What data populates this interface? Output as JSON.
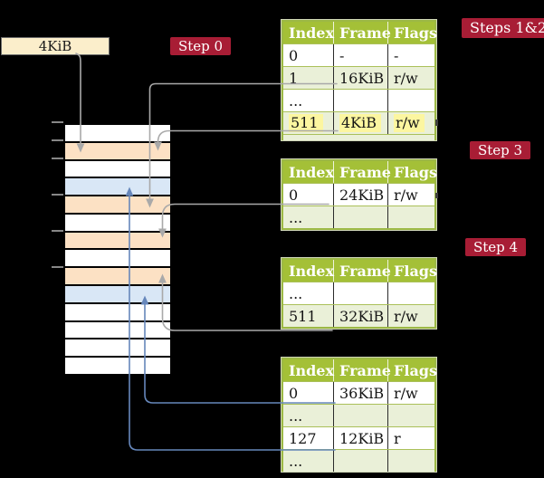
{
  "page_size_box": {
    "label": "4KiB"
  },
  "step_badges": {
    "step0": "Step 0",
    "steps_1_2": "Steps 1&2",
    "step3": "Step 3",
    "step4": "Step 4"
  },
  "memory_strip": {
    "rows": [
      "white",
      "orange",
      "white",
      "blue",
      "orange",
      "white",
      "orange",
      "white",
      "orange",
      "blue",
      "white",
      "white",
      "white",
      "white"
    ],
    "tick_count": 6
  },
  "tables": [
    {
      "id": "table-steps-1-2",
      "headers": [
        "Index",
        "Frame",
        "Flags"
      ],
      "rows": [
        {
          "index": "0",
          "frame": "-",
          "flags": "-"
        },
        {
          "index": "1",
          "frame": "16KiB",
          "flags": "r/w"
        },
        {
          "index": "...",
          "frame": "",
          "flags": ""
        },
        {
          "index": "511",
          "frame": "4KiB",
          "flags": "r/w",
          "highlighted": true
        }
      ],
      "truncated_bottom": true
    },
    {
      "id": "table-step-3",
      "headers": [
        "Index",
        "Frame",
        "Flags"
      ],
      "rows": [
        {
          "index": "0",
          "frame": "24KiB",
          "flags": "r/w"
        },
        {
          "index": "...",
          "frame": "",
          "flags": ""
        }
      ],
      "truncated_bottom": false
    },
    {
      "id": "table-step-4",
      "headers": [
        "Index",
        "Frame",
        "Flags"
      ],
      "rows": [
        {
          "index": "...",
          "frame": "",
          "flags": ""
        },
        {
          "index": "511",
          "frame": "32KiB",
          "flags": "r/w"
        }
      ],
      "truncated_bottom": false
    },
    {
      "id": "table-final",
      "headers": [
        "Index",
        "Frame",
        "Flags"
      ],
      "rows": [
        {
          "index": "0",
          "frame": "36KiB",
          "flags": "r/w"
        },
        {
          "index": "...",
          "frame": "",
          "flags": ""
        },
        {
          "index": "127",
          "frame": "12KiB",
          "flags": "r"
        },
        {
          "index": "...",
          "frame": "",
          "flags": ""
        }
      ],
      "truncated_bottom": true
    }
  ],
  "connectors": [
    {
      "from": "4KiB-box",
      "to": "frame-4KiB",
      "color": "gray"
    },
    {
      "from": "table1-entry-1",
      "to": "frame-16KiB",
      "color": "gray"
    },
    {
      "from": "table1-entry-511",
      "to": "frame-4KiB",
      "color": "gray"
    },
    {
      "from": "table2-entry-0",
      "to": "frame-24KiB",
      "color": "gray"
    },
    {
      "from": "table3-entry-511",
      "to": "frame-32KiB",
      "color": "gray"
    },
    {
      "from": "table4-entry-0",
      "to": "frame-36KiB",
      "color": "blue"
    },
    {
      "from": "table4-entry-127",
      "to": "frame-12KiB",
      "color": "blue"
    }
  ],
  "colors": {
    "badge_red": "#a81d35",
    "table_header_green": "#a4c037",
    "table_row_alt_green": "#eaf0d8",
    "highlight_yellow": "#fcf6a0",
    "frame_orange": "#fce1c4",
    "frame_blue": "#d9e7f6",
    "frame_white": "#ffffff",
    "connector_gray": "#a9a9a9",
    "connector_blue": "#6687bb",
    "box_cream": "#fbeecb"
  }
}
